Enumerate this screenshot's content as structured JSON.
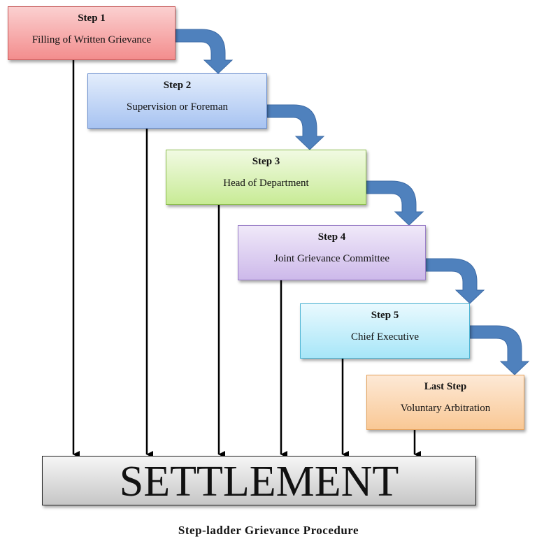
{
  "steps": [
    {
      "title": "Step 1",
      "description": "Filling of Written Grievance"
    },
    {
      "title": "Step 2",
      "description": "Supervision or Foreman"
    },
    {
      "title": "Step 3",
      "description": "Head of Department"
    },
    {
      "title": "Step 4",
      "description": "Joint Grievance Committee"
    },
    {
      "title": "Step 5",
      "description": "Chief Executive"
    },
    {
      "title": "Last Step",
      "description": "Voluntary Arbitration"
    }
  ],
  "settlement": "SETTLEMENT",
  "caption": "Step-ladder Grievance Procedure",
  "colors": {
    "step1": "#f5a3a3",
    "step2": "#b9d0f5",
    "step3": "#d5f0ad",
    "step4": "#dccbf0",
    "step5": "#bdeef9",
    "step6": "#fbd4ab",
    "curved_arrow": "#4f81bd",
    "settlement_bg": "#d9d9d9"
  }
}
